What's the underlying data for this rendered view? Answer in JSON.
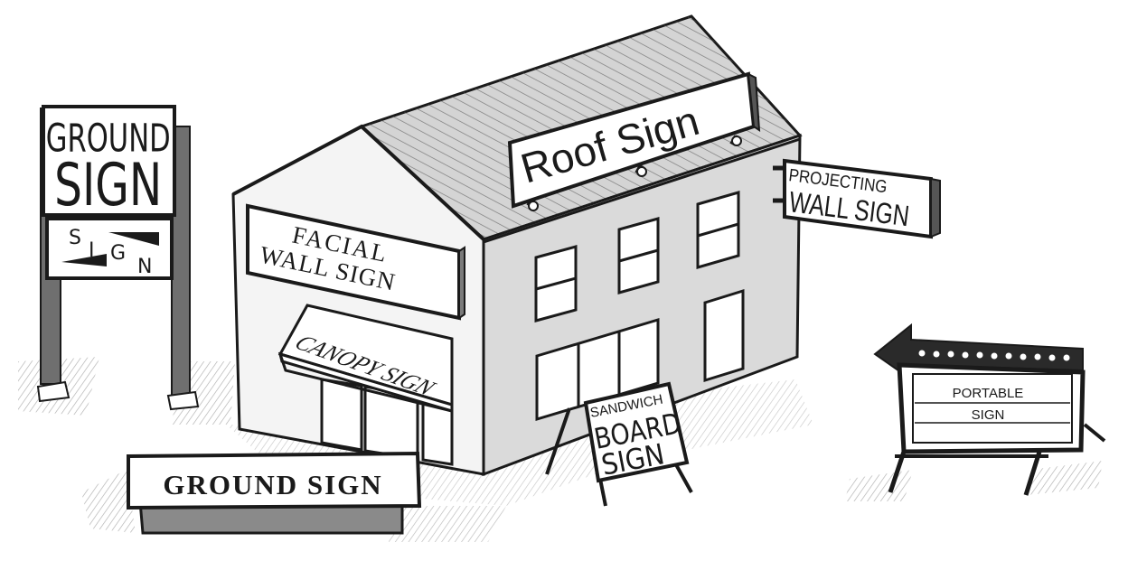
{
  "signs": {
    "pole_sign": {
      "line1": "GROUND",
      "line2": "SIGN"
    },
    "pole_sign_lower": {
      "letters": [
        "S",
        "I",
        "G",
        "N"
      ]
    },
    "roof_sign": "Roof Sign",
    "projecting_sign": {
      "line1": "PROJECTING",
      "line2": "WALL SIGN"
    },
    "facial_sign": {
      "line1": "FACIAL",
      "line2": "WALL SIGN"
    },
    "canopy_sign": "CANOPY SIGN",
    "ground_sign": "GROUND SIGN",
    "sandwich_sign": {
      "line1": "SANDWICH",
      "line2": "BOARD",
      "line3": "SIGN"
    },
    "portable_sign": {
      "line1": "PORTABLE",
      "line2": "SIGN"
    }
  },
  "colors": {
    "ink": "#1a1a1a",
    "wall_light": "#f2f2f2",
    "wall_side": "#d9d9d9",
    "roof": "#cfcfcf",
    "pole": "#6f6f6f",
    "ground_base": "#8a8a8a",
    "shadow": "#c8c8c8"
  }
}
